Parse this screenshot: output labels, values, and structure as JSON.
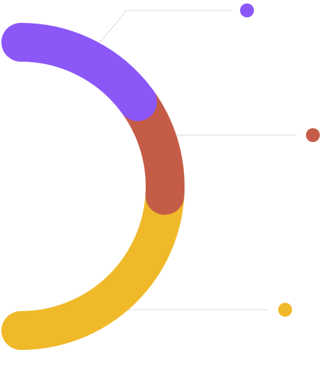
{
  "chart_data": {
    "type": "pie",
    "variant": "half-donut",
    "title": "",
    "legend": "right",
    "slices": [
      {
        "value": 30,
        "color": "#8B57F7"
      },
      {
        "value": 22,
        "color": "#C55C47"
      },
      {
        "value": 48,
        "color": "#F0B929"
      }
    ],
    "leader_line_color": "#D9D9D9"
  }
}
